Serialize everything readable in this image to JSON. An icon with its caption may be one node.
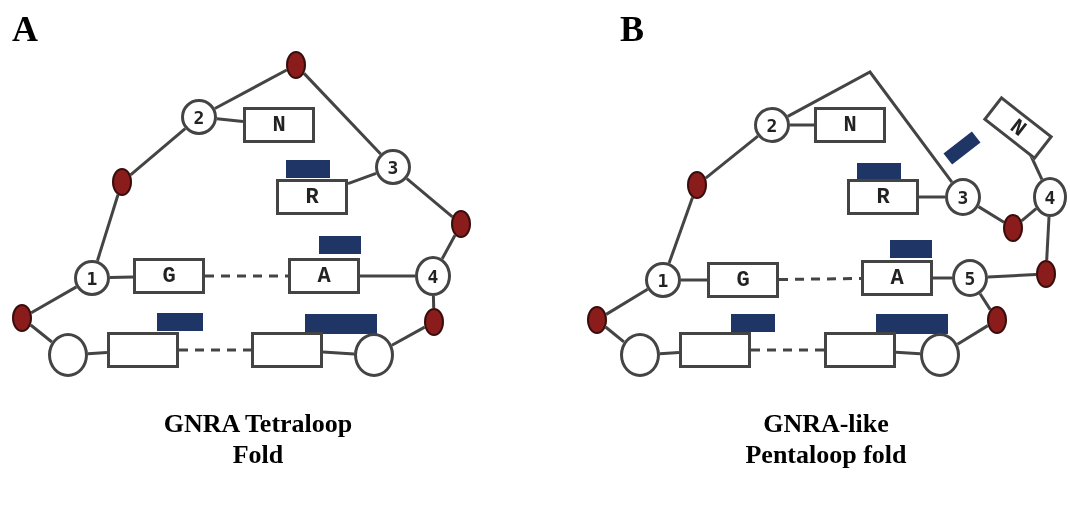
{
  "diagram": {
    "nodes": [
      {
        "text": [],
        "shape": "circle"
      },
      {
        "text": [
          "2"
        ]
      },
      {
        "text": [
          "N"
        ]
      },
      {
        "text": [],
        "shape": "circle"
      },
      {
        "text": [
          "3"
        ]
      },
      {
        "text": [
          "R"
        ]
      },
      {
        "text": [],
        "shape": "circle"
      },
      {
        "text": [
          "1"
        ]
      },
      {
        "text": [
          "G"
        ]
      },
      {
        "text": [
          "A"
        ]
      },
      {
        "text": [
          "4"
        ]
      },
      {
        "text": [],
        "shape": "circle"
      },
      {
        "text": [],
        "shape": "circle"
      },
      {
        "text": [],
        "shape": "circle"
      },
      {
        "text": [],
        "shape": "box"
      },
      {
        "text": [],
        "shape": "box"
      },
      {
        "text": [],
        "shape": "circle"
      },
      {
        "text": [
          "2"
        ]
      },
      {
        "text": [
          "N"
        ]
      },
      {
        "text": [
          "N"
        ]
      },
      {
        "text": [],
        "shape": "circle"
      },
      {
        "text": [
          "3"
        ]
      },
      {
        "text": [
          "R"
        ]
      },
      {
        "text": [
          "4"
        ]
      },
      {
        "text": [],
        "shape": "circle"
      },
      {
        "text": [
          "1"
        ]
      },
      {
        "text": [
          "G"
        ]
      },
      {
        "text": [
          "A"
        ]
      },
      {
        "text": [
          "5"
        ]
      },
      {
        "text": [],
        "shape": "circle"
      },
      {
        "text": [],
        "shape": "circle"
      },
      {
        "text": [],
        "shape": "circle"
      },
      {
        "text": [],
        "shape": "circle"
      },
      {
        "text": [],
        "shape": "box"
      },
      {
        "text": [],
        "shape": "box"
      },
      {
        "text": [],
        "shape": "circle"
      }
    ],
    "edges": [
      {
        "from": 11,
        "to": 7,
        "arrow": "none"
      },
      {
        "from": 7,
        "to": 3,
        "arrow": "none"
      },
      {
        "from": 3,
        "to": 1,
        "arrow": "none"
      },
      {
        "from": 1,
        "to": 0,
        "arrow": "none"
      },
      {
        "from": 0,
        "to": 4,
        "arrow": "none"
      },
      {
        "from": 4,
        "to": 6,
        "arrow": "none"
      },
      {
        "from": 6,
        "to": 10,
        "arrow": "none"
      },
      {
        "from": 10,
        "to": 12,
        "arrow": "none"
      },
      {
        "from": 12,
        "to": 16,
        "arrow": "none"
      },
      {
        "from": 1,
        "to": 2,
        "arrow": "none"
      },
      {
        "from": 4,
        "to": 5,
        "arrow": "none"
      },
      {
        "from": 7,
        "to": 8,
        "arrow": "none"
      },
      {
        "from": 8,
        "to": 9,
        "arrow": "none",
        "style": "dashed"
      },
      {
        "from": 9,
        "to": 10,
        "arrow": "none"
      },
      {
        "from": 11,
        "to": 13,
        "arrow": "none"
      },
      {
        "from": 13,
        "to": 14,
        "arrow": "none"
      },
      {
        "from": 14,
        "to": 15,
        "arrow": "none",
        "style": "dashed"
      },
      {
        "from": 15,
        "to": 16,
        "arrow": "none"
      },
      {
        "from": 30,
        "to": 25,
        "arrow": "none"
      },
      {
        "from": 25,
        "to": 20,
        "arrow": "none"
      },
      {
        "from": 20,
        "to": 17,
        "arrow": "none"
      },
      {
        "from": 17,
        "to": 21,
        "arrow": "none"
      },
      {
        "from": 17,
        "to": 18,
        "arrow": "none"
      },
      {
        "from": 21,
        "to": 22,
        "arrow": "none"
      },
      {
        "from": 21,
        "to": 24,
        "arrow": "none"
      },
      {
        "from": 24,
        "to": 23,
        "arrow": "none"
      },
      {
        "from": 23,
        "to": 19,
        "arrow": "none"
      },
      {
        "from": 23,
        "to": 29,
        "arrow": "none"
      },
      {
        "from": 29,
        "to": 28,
        "arrow": "none"
      },
      {
        "from": 28,
        "to": 27,
        "arrow": "none"
      },
      {
        "from": 28,
        "to": 31,
        "arrow": "none"
      },
      {
        "from": 31,
        "to": 35,
        "arrow": "none"
      },
      {
        "from": 25,
        "to": 26,
        "arrow": "none"
      },
      {
        "from": 26,
        "to": 27,
        "arrow": "none",
        "style": "dashed"
      },
      {
        "from": 30,
        "to": 32,
        "arrow": "none"
      },
      {
        "from": 32,
        "to": 33,
        "arrow": "none"
      },
      {
        "from": 33,
        "to": 34,
        "arrow": "none",
        "style": "dashed"
      },
      {
        "from": 34,
        "to": 35,
        "arrow": "none"
      }
    ],
    "labels": [
      "A",
      "B",
      "GNRA Tetraloop Fold",
      "GNRA-like Pentaloop fold"
    ]
  }
}
